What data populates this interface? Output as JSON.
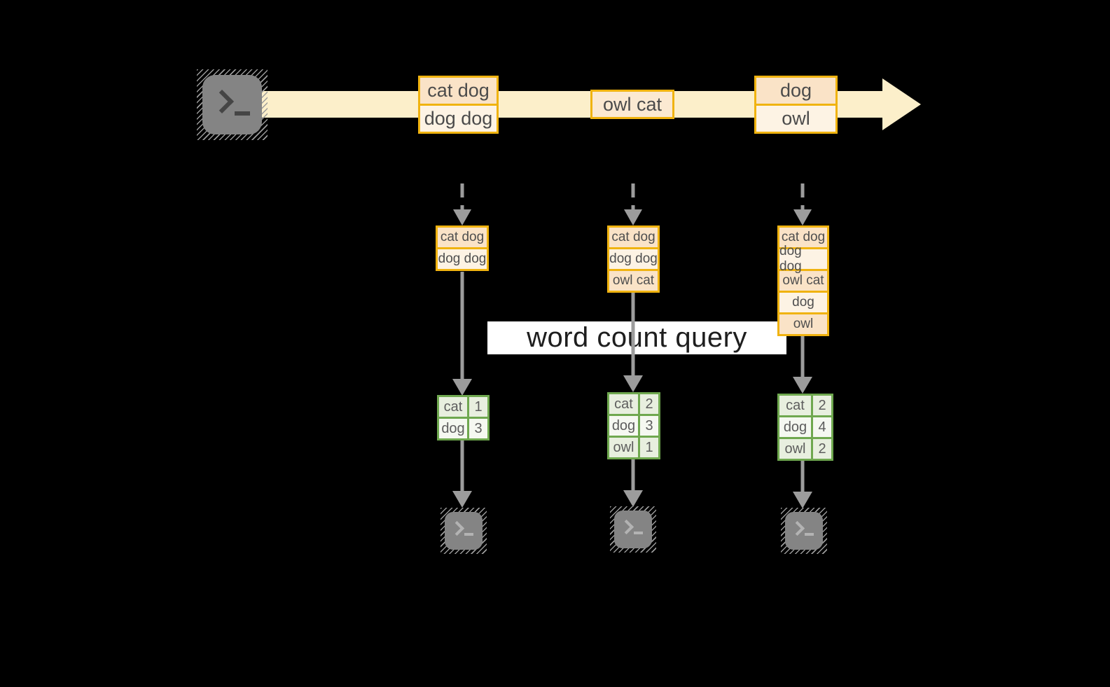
{
  "query_label": "word count query",
  "stream_batches": [
    {
      "lines": [
        "cat dog",
        "dog dog"
      ]
    },
    {
      "lines": [
        "owl cat"
      ]
    },
    {
      "lines": [
        "dog",
        "owl"
      ]
    }
  ],
  "columns": [
    {
      "buffer": [
        "cat dog",
        "dog dog"
      ],
      "counts": [
        {
          "word": "cat",
          "n": "1"
        },
        {
          "word": "dog",
          "n": "3"
        }
      ]
    },
    {
      "buffer": [
        "cat dog",
        "dog dog",
        "owl cat"
      ],
      "counts": [
        {
          "word": "cat",
          "n": "2"
        },
        {
          "word": "dog",
          "n": "3"
        },
        {
          "word": "owl",
          "n": "1"
        }
      ]
    },
    {
      "buffer": [
        "cat dog",
        "dog dog",
        "owl cat",
        "dog",
        "owl"
      ],
      "counts": [
        {
          "word": "cat",
          "n": "2"
        },
        {
          "word": "dog",
          "n": "4"
        },
        {
          "word": "owl",
          "n": "2"
        }
      ]
    }
  ],
  "icons": {
    "source": "terminal-icon",
    "sink": "terminal-icon"
  },
  "colors": {
    "background": "#000000",
    "stream_band": "#fcefca",
    "gold_border": "#f0b310",
    "batch_row_dark": "#fae3c7",
    "batch_row_light": "#fdf3e4",
    "green_grid": "#6fa84f",
    "green_cell": "#e8efdf",
    "green_cell_light": "#f5f8f1",
    "arrow_gray": "#9c9c9c",
    "label_bg": "#ffffff"
  }
}
